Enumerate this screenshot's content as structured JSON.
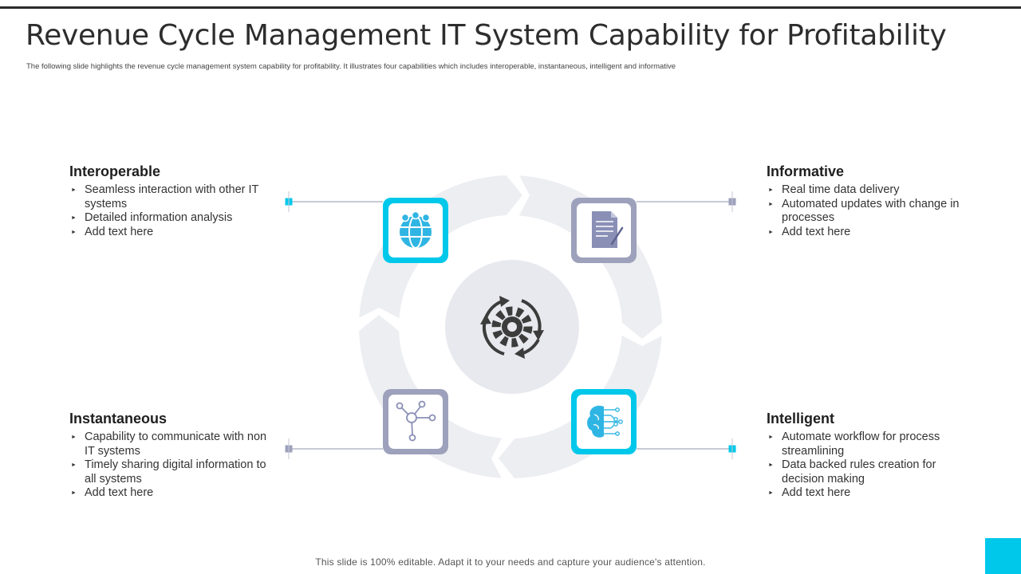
{
  "title": "Revenue Cycle Management IT System Capability for Profitability",
  "subtitle": "The following slide highlights the revenue cycle management system capability for profitability. It illustrates four capabilities which includes interoperable, instantaneous, intelligent and informative",
  "capabilities": [
    {
      "heading": "Interoperable",
      "icon": "globe-people-icon",
      "items": [
        "Seamless interaction with other IT systems",
        "Detailed information analysis",
        "Add text here"
      ]
    },
    {
      "heading": "Informative",
      "icon": "document-pen-icon",
      "items": [
        "Real time data delivery",
        "Automated updates with change in processes",
        "Add text here"
      ]
    },
    {
      "heading": "Instantaneous",
      "icon": "network-nodes-icon",
      "items": [
        "Capability to communicate with non IT systems",
        "Timely sharing digital information to all systems",
        "Add text here"
      ]
    },
    {
      "heading": "Intelligent",
      "icon": "brain-circuit-icon",
      "items": [
        "Automate workflow for process streamlining",
        "Data backed rules creation for decision making",
        "Add text here"
      ]
    }
  ],
  "center_icon": "gear-cycle-icon",
  "footer": "This slide is 100% editable. Adapt it to your needs and capture your audience's attention.",
  "colors": {
    "accent": "#00c8ea",
    "secondary": "#9da1bb",
    "ring": "#edeef2",
    "center": "#e8e9ee",
    "icon_dark": "#3c3c3c"
  }
}
